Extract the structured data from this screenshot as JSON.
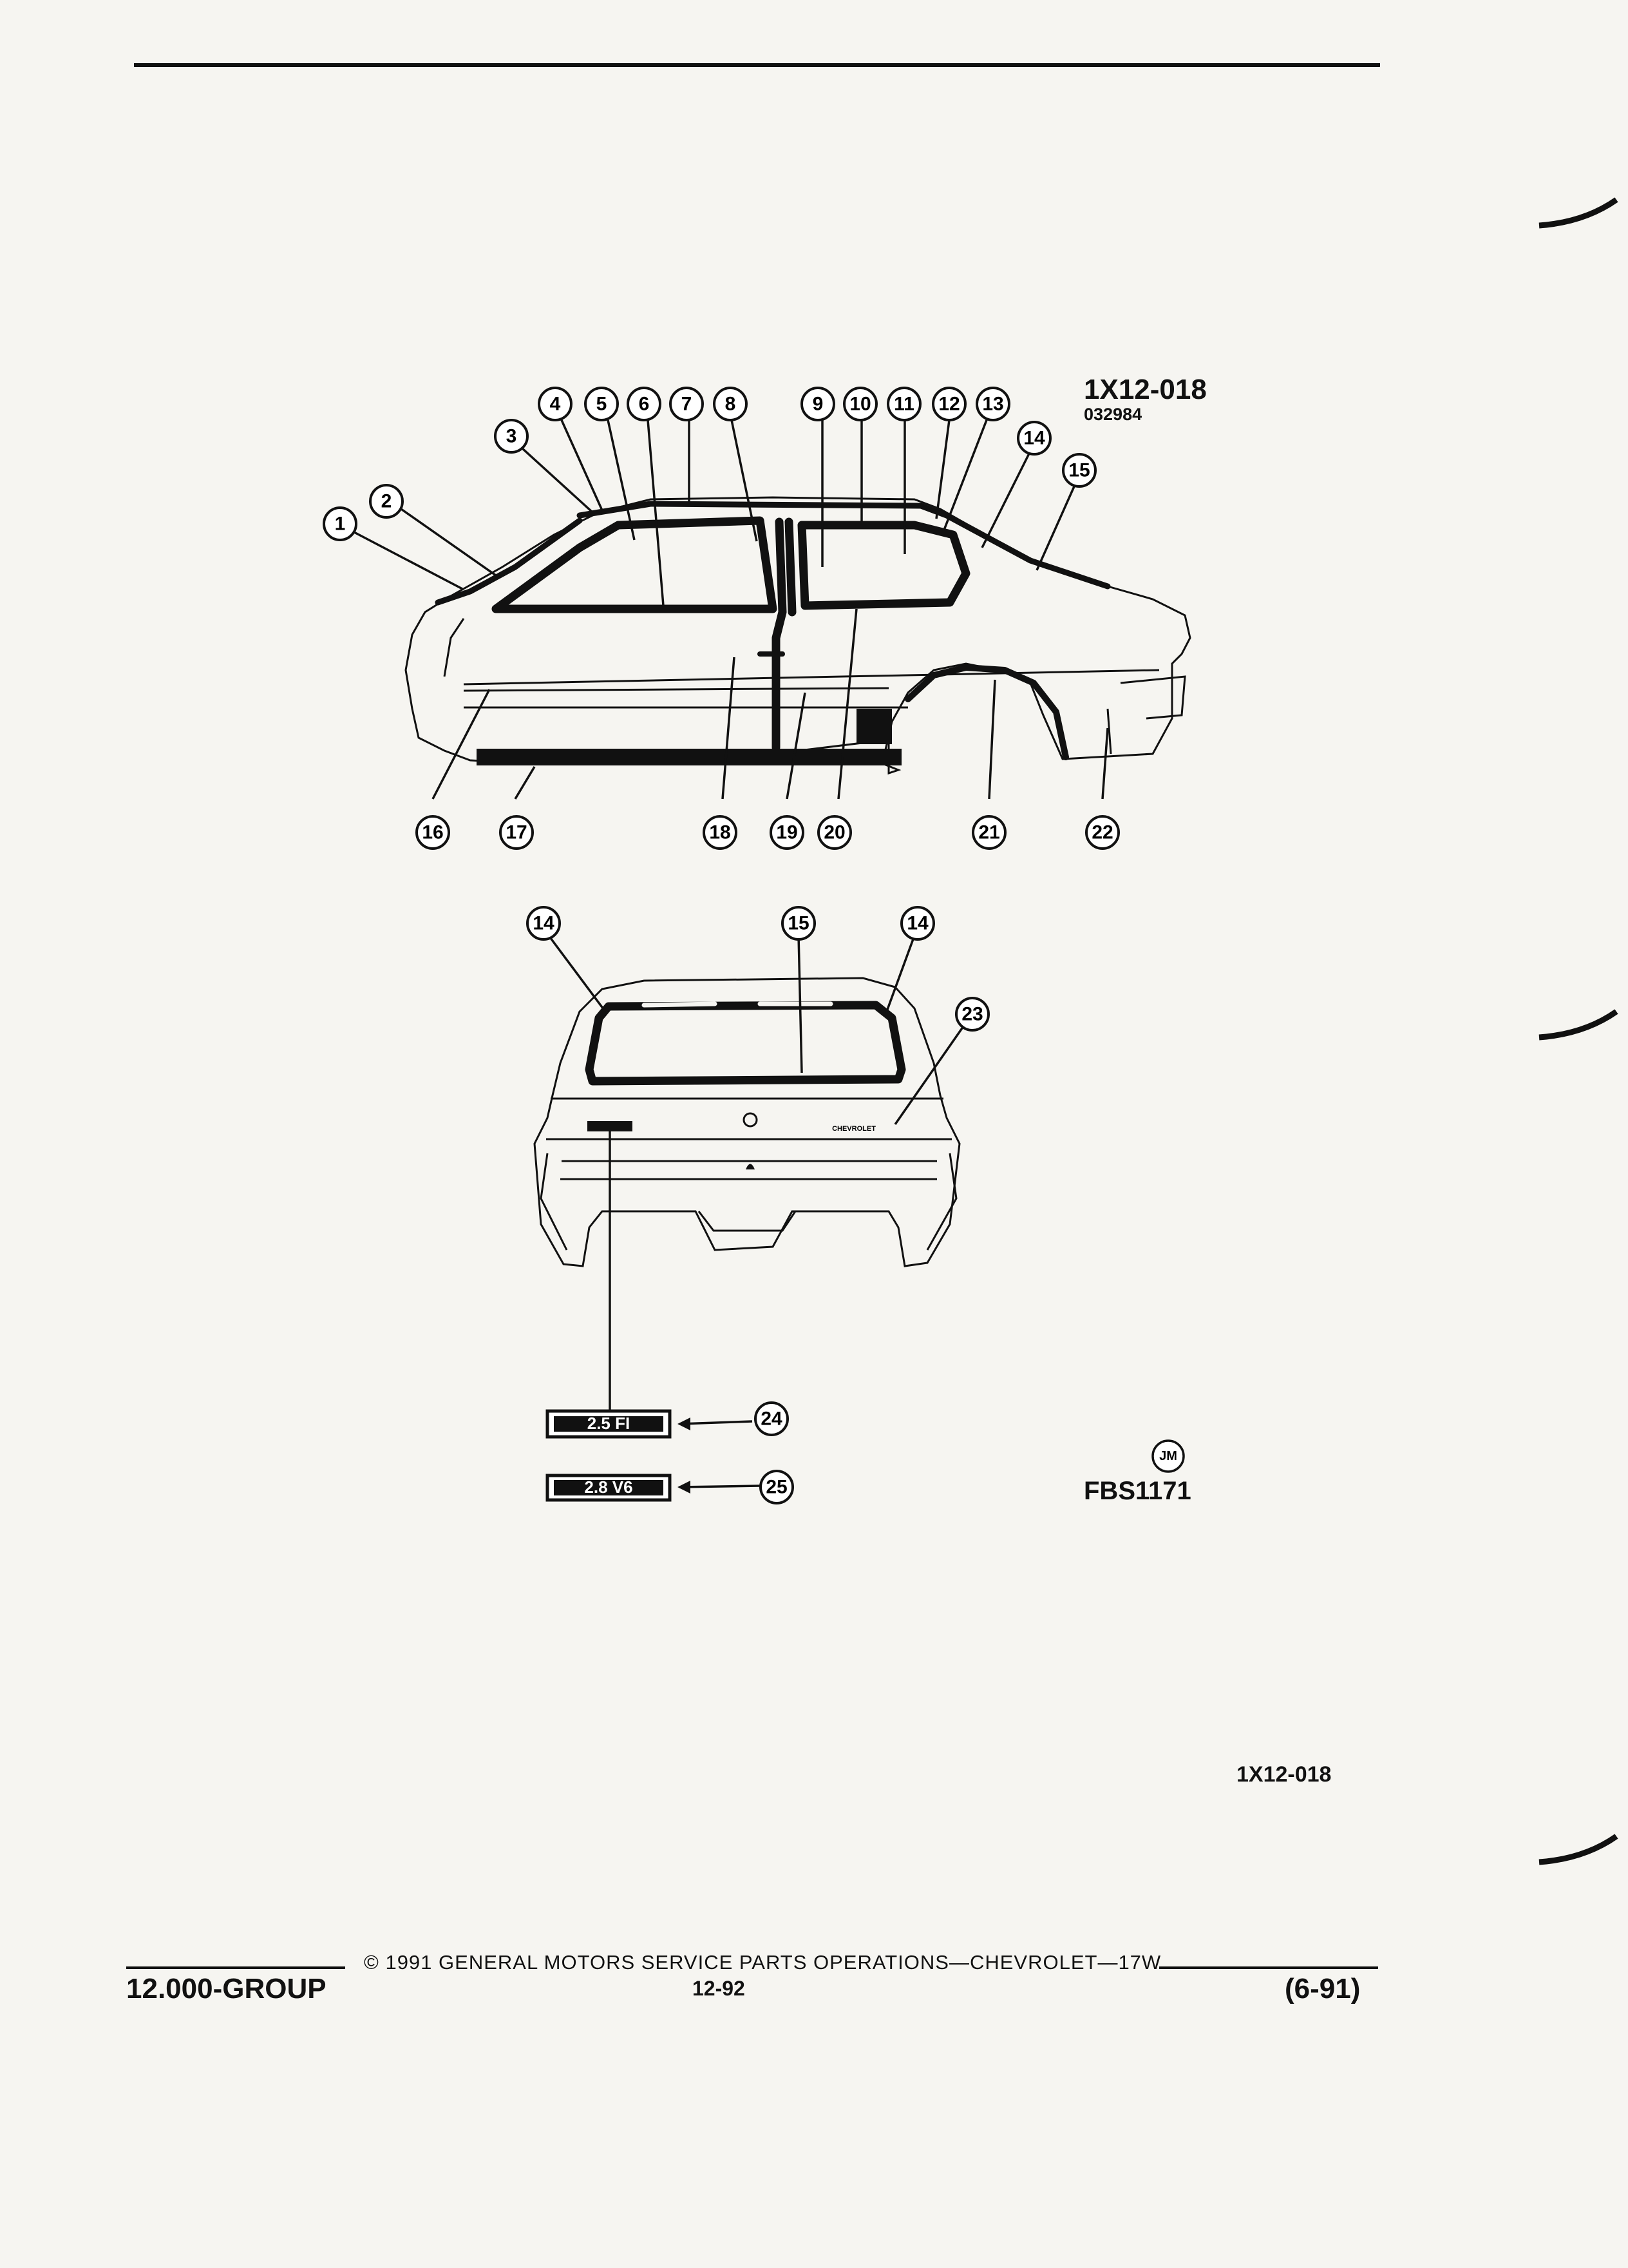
{
  "header": {
    "diagram_code": "1X12-018",
    "diagram_subcode": "032984"
  },
  "callouts": [
    "1",
    "2",
    "3",
    "4",
    "5",
    "6",
    "7",
    "8",
    "9",
    "10",
    "11",
    "12",
    "13",
    "14",
    "15",
    "16",
    "17",
    "18",
    "19",
    "20",
    "21",
    "22",
    "23",
    "24",
    "25"
  ],
  "rear_view": {
    "left_label": "14",
    "center_label": "15",
    "right_label": "14",
    "nameplate_text": "CHEVROLET"
  },
  "emblems": {
    "e24": "2.5 FI",
    "e25": "2.8 V6"
  },
  "artist_mark": "JM",
  "figure_code": "FBS1171",
  "footer": {
    "page_code": "1X12-018",
    "copyright": "© 1991  GENERAL MOTORS SERVICE PARTS OPERATIONS—CHEVROLET—17W",
    "group": "12.000-GROUP",
    "page_number": "12-92",
    "revision": "(6-91)"
  }
}
